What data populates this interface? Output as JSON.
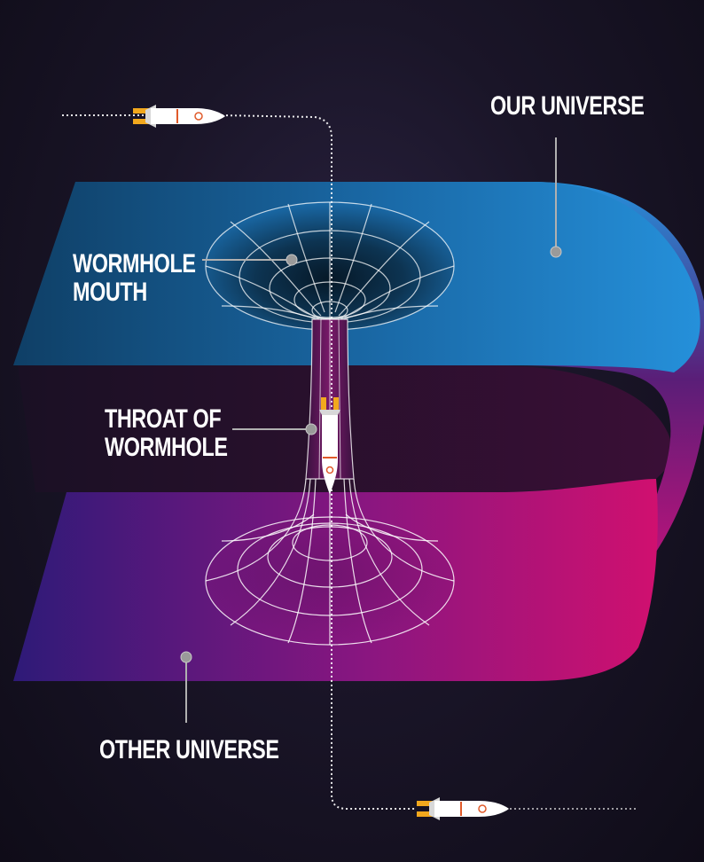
{
  "labels": {
    "our_universe": "OUR UNIVERSE",
    "wormhole_mouth_line1": "WORMHOLE",
    "wormhole_mouth_line2": "MOUTH",
    "throat_line1": "THROAT OF",
    "throat_line2": "WORMHOLE",
    "other_universe": "OTHER UNIVERSE"
  },
  "icons": {
    "top_ship": "rocket-ship-icon",
    "throat_ship": "rocket-ship-icon",
    "bottom_ship": "rocket-ship-icon"
  },
  "colors": {
    "background": "#120f1c",
    "our_universe_sheet": "#1f7fc7",
    "other_universe_sheet": "#c0127a",
    "pointer": "#9a9a9a",
    "flame": "#f2a81d",
    "grid": "#ffffff"
  }
}
